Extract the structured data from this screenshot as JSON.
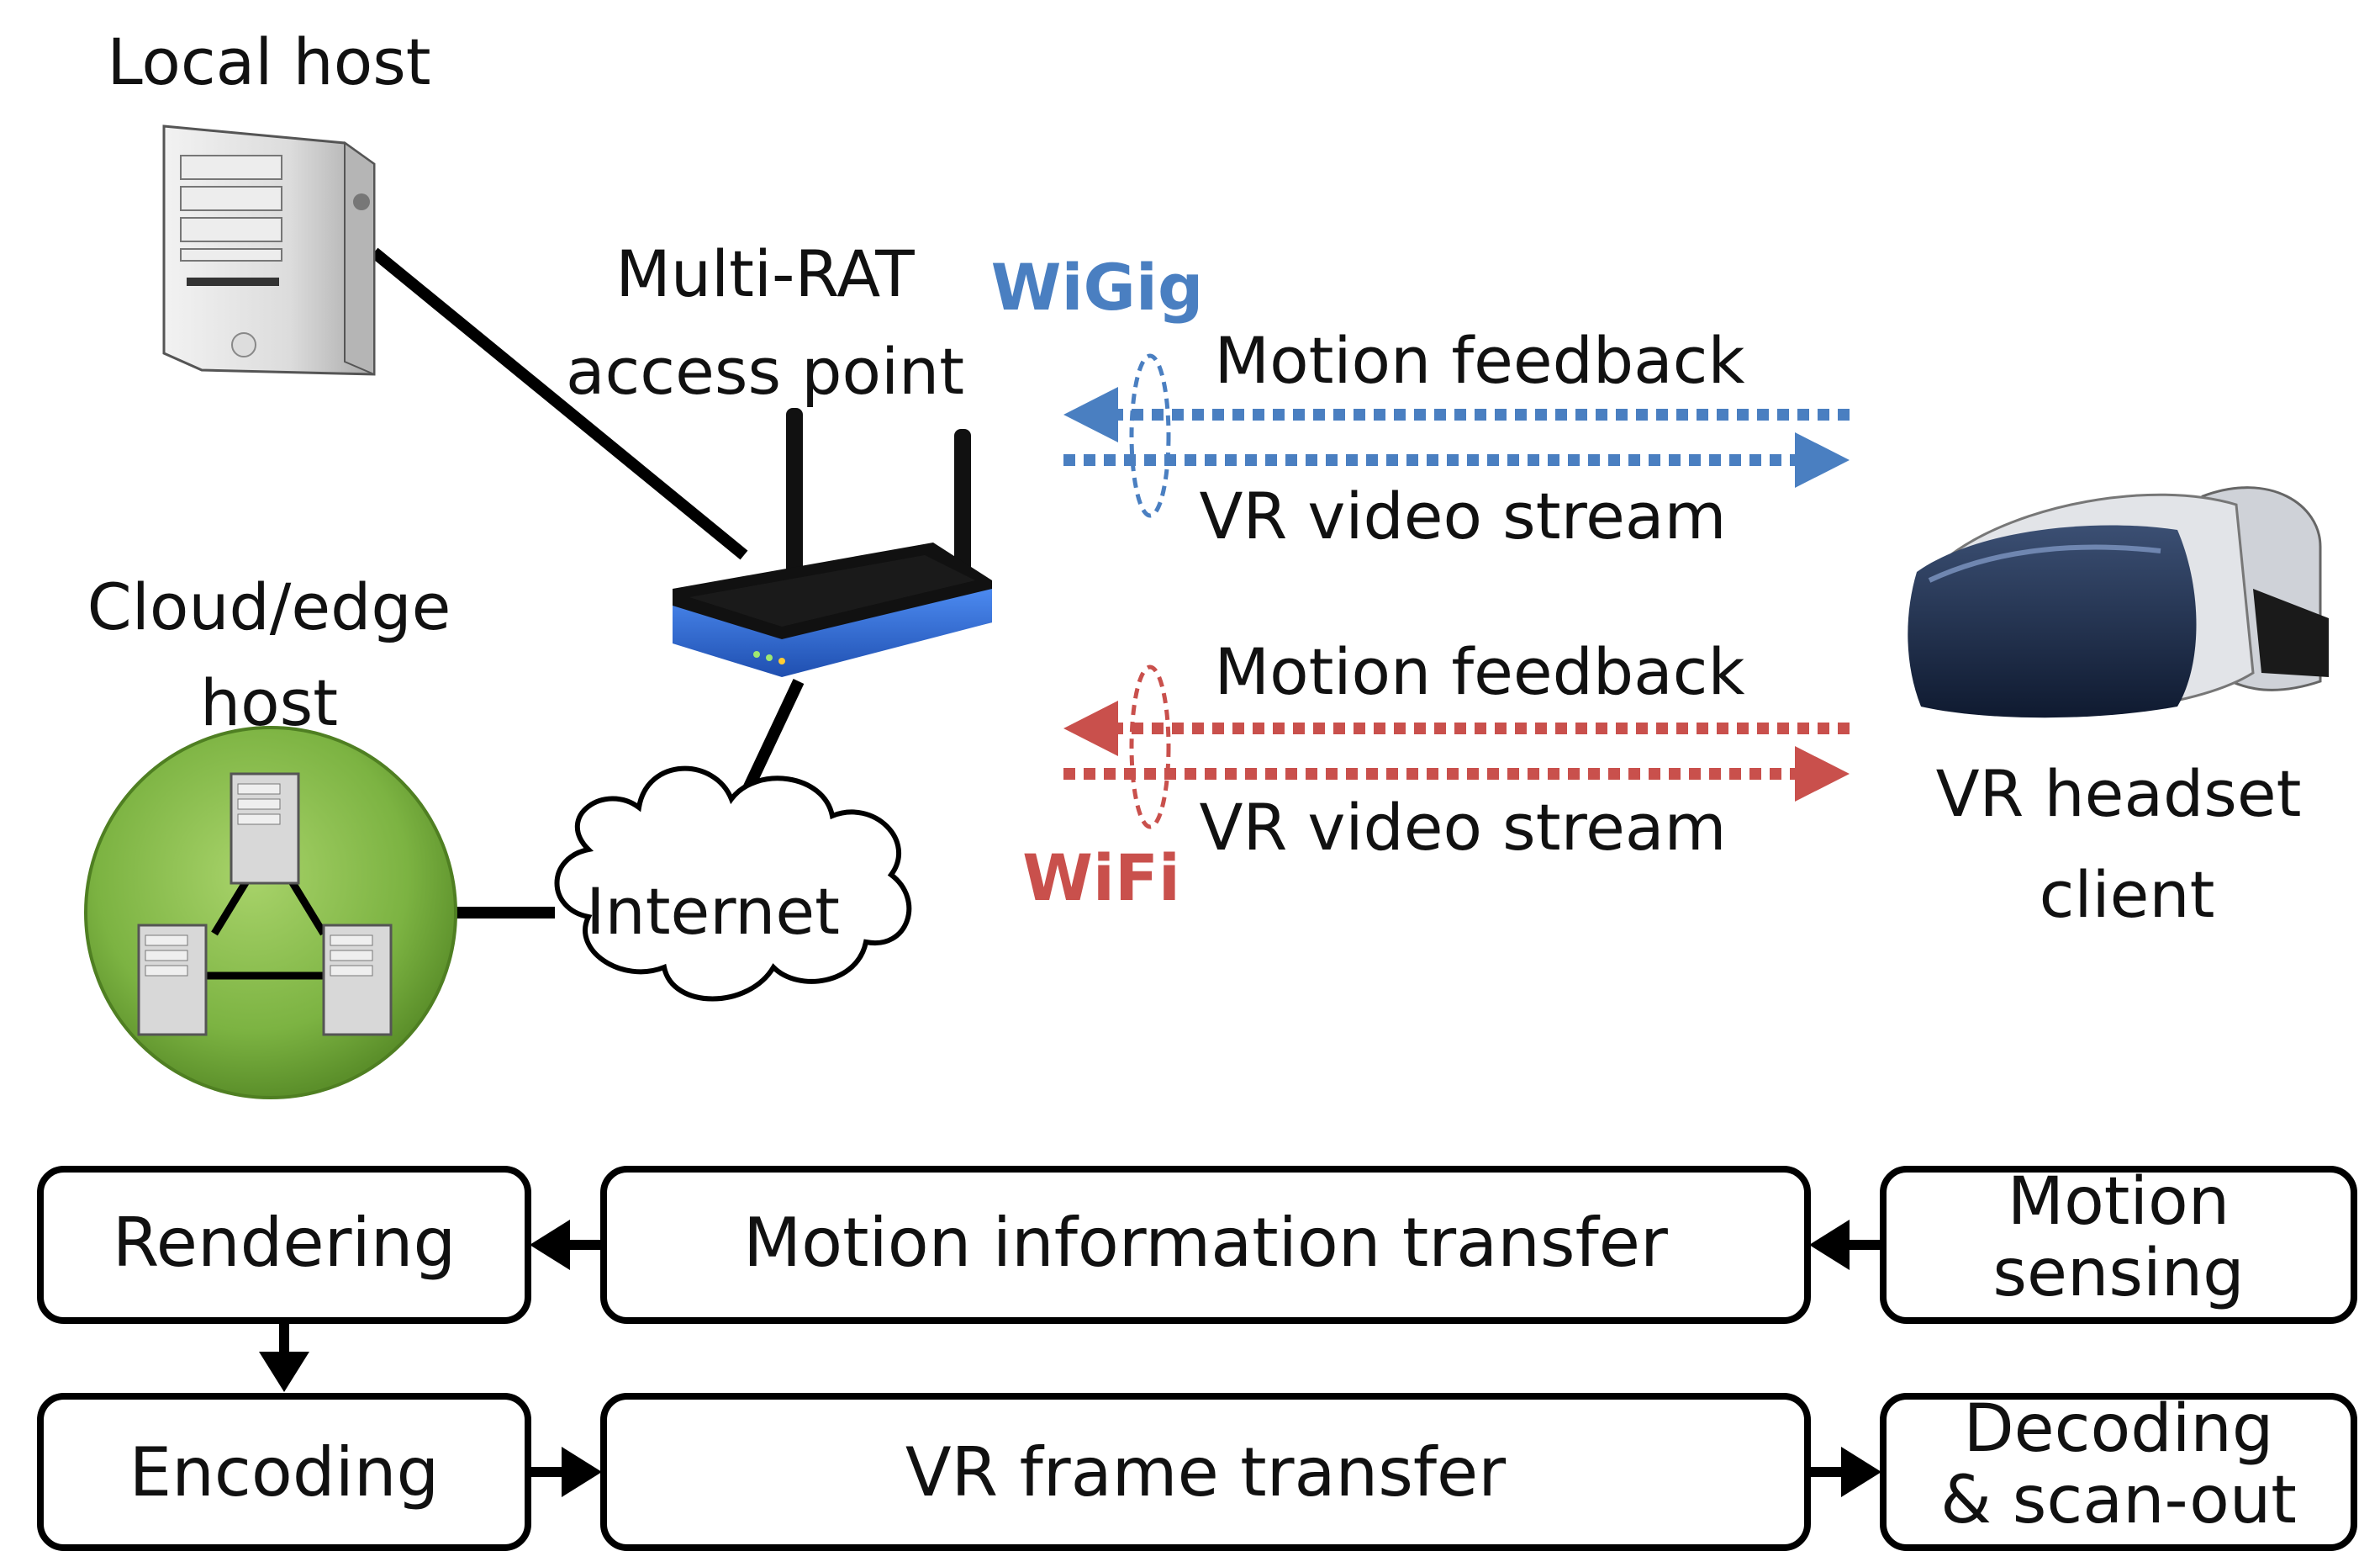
{
  "labels": {
    "local_host": "Local host",
    "access_point_line1": "Multi-RAT",
    "access_point_line2": "access point",
    "cloud_line1": "Cloud/edge",
    "cloud_line2": "host",
    "internet": "Internet",
    "wigig": "WiGig",
    "wifi": "WiFi",
    "wigig_feedback": "Motion feedback",
    "wigig_stream": "VR video stream",
    "wifi_feedback": "Motion feedback",
    "wifi_stream": "VR video stream",
    "headset_line1": "VR headset",
    "headset_line2": "client"
  },
  "pipeline": {
    "rendering": "Rendering",
    "motion_info_transfer": "Motion information transfer",
    "motion_sensing_line1": "Motion",
    "motion_sensing_line2": "sensing",
    "encoding": "Encoding",
    "vr_frame_transfer": "VR frame transfer",
    "decoding_line1": "Decoding",
    "decoding_line2": "& scan-out"
  },
  "colors": {
    "wigig": "#4a7fc1",
    "wifi": "#c9504c",
    "cloud_green": "#7cb342",
    "router_blue": "#2f6fd6"
  }
}
